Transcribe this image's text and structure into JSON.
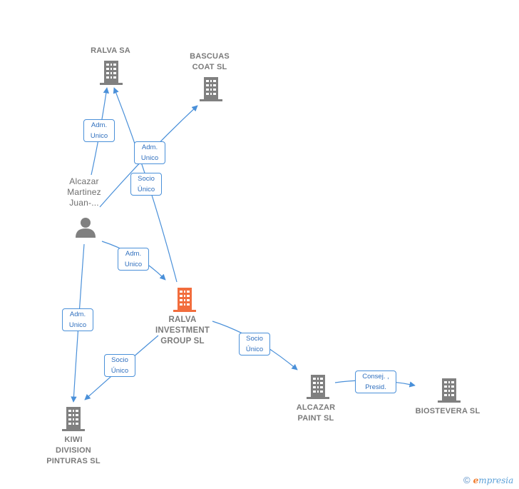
{
  "nodes": {
    "ralva_sa": {
      "label": "RALVA SA",
      "color": "#808080"
    },
    "bascuas": {
      "label": "BASCUAS\nCOAT  SL",
      "color": "#808080"
    },
    "alcazar_person": {
      "label": "Alcazar\nMartinez\nJuan-...",
      "color": "#808080"
    },
    "ralva_investment": {
      "label": "RALVA\nINVESTMENT\nGROUP  SL",
      "color": "#f26d3d"
    },
    "kiwi": {
      "label": "KIWI\nDIVISION\nPINTURAS SL",
      "color": "#808080"
    },
    "alcazar_paint": {
      "label": "ALCAZAR\nPAINT  SL",
      "color": "#808080"
    },
    "biostevera": {
      "label": "BIOSTEVERA SL",
      "color": "#808080"
    }
  },
  "edges": {
    "e1": "Adm.\nUnico",
    "e2": "Adm.\nUnico",
    "e3": "Socio\nÚnico",
    "e4": "Adm.\nUnico",
    "e5": "Adm.\nUnico",
    "e6": "Socio\nÚnico",
    "e7": "Socio\nÚnico",
    "e8": "Consej. ,\nPresid."
  },
  "colors": {
    "edge": "#4a90d9",
    "label_border": "#4a90d9",
    "label_text": "#2f6fbe"
  },
  "brand": {
    "copyright": "©",
    "e": "e",
    "name": "mpresia"
  }
}
